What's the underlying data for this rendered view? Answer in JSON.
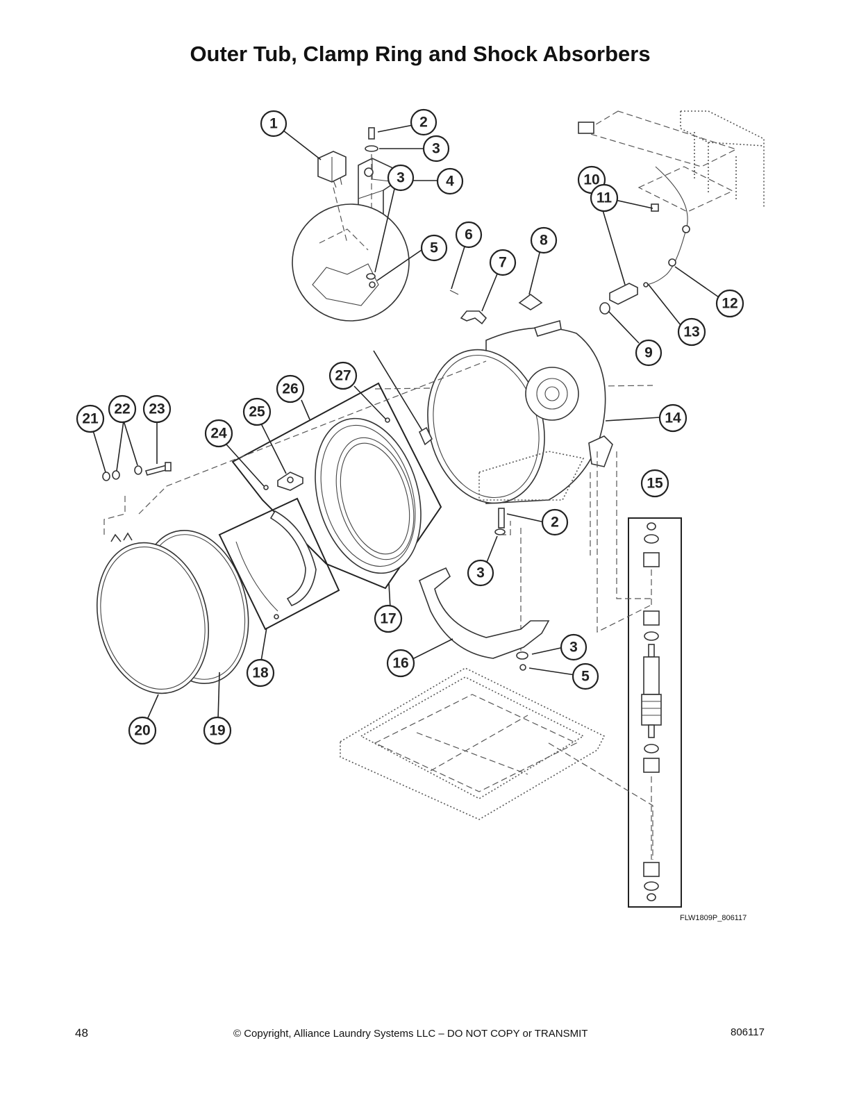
{
  "title": "Outer Tub, Clamp Ring and Shock Absorbers",
  "figure_code": "FLW1809P_806117",
  "footer": {
    "page_number": "48",
    "copyright": "© Copyright, Alliance Laundry Systems LLC – DO NOT COPY or TRANSMIT",
    "doc_number": "806117"
  },
  "callouts": [
    "1",
    "2",
    "3",
    "4",
    "3",
    "5",
    "6",
    "7",
    "8",
    "10",
    "11",
    "12",
    "13",
    "9",
    "14",
    "27",
    "26",
    "25",
    "24",
    "21",
    "22",
    "23",
    "15",
    "2",
    "3",
    "17",
    "16",
    "3",
    "5",
    "18",
    "20",
    "19"
  ]
}
